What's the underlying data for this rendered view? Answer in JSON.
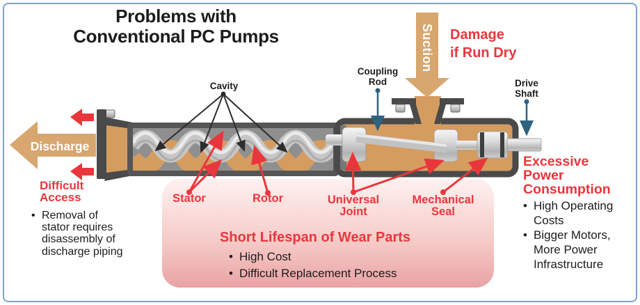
{
  "title": {
    "line1": "Problems with",
    "line2": "Conventional PC Pumps"
  },
  "flow": {
    "discharge": "Discharge",
    "suction": "Suction"
  },
  "parts": {
    "cavity": {
      "label": "Cavity"
    },
    "coupling_rod": {
      "line1": "Coupling",
      "line2": "Rod"
    },
    "drive_shaft": {
      "line1": "Drive",
      "line2": "Shaft"
    },
    "stator": {
      "label": "Stator"
    },
    "rotor": {
      "label": "Rotor"
    },
    "universal_joint": {
      "line1": "Universal",
      "line2": "Joint"
    },
    "mechanical_seal": {
      "line1": "Mechanical",
      "line2": "Seal"
    }
  },
  "problems": {
    "damage": {
      "line1": "Damage",
      "line2": "if Run Dry"
    },
    "difficult_access": {
      "heading_line1": "Difficult",
      "heading_line2": "Access",
      "bullets": [
        "Removal of stator requires disassembly of discharge piping"
      ]
    },
    "short_lifespan": {
      "heading": "Short Lifespan of Wear Parts",
      "bullets": [
        "High Cost",
        "Difficult Replacement Process"
      ]
    },
    "excessive_power": {
      "heading_line1": "Excessive",
      "heading_line2": "Power",
      "heading_line3": "Consumption",
      "bullets": [
        "High Operating Costs",
        "Bigger Motors, More Power Infrastructure"
      ]
    }
  },
  "colors": {
    "red": "#e8363c",
    "orange": "#d59c60",
    "arrowOrange": "#d7a76f",
    "pinkTop": "#fdf1f0",
    "pinkBottom": "#e9a3a3",
    "frameBlue": "#7ea2d8",
    "calloutBlue": "#2f627f",
    "calloutBlack": "#2d2d2d",
    "darkGray": "#4a4a4a",
    "midGray": "#8f8f8f"
  }
}
